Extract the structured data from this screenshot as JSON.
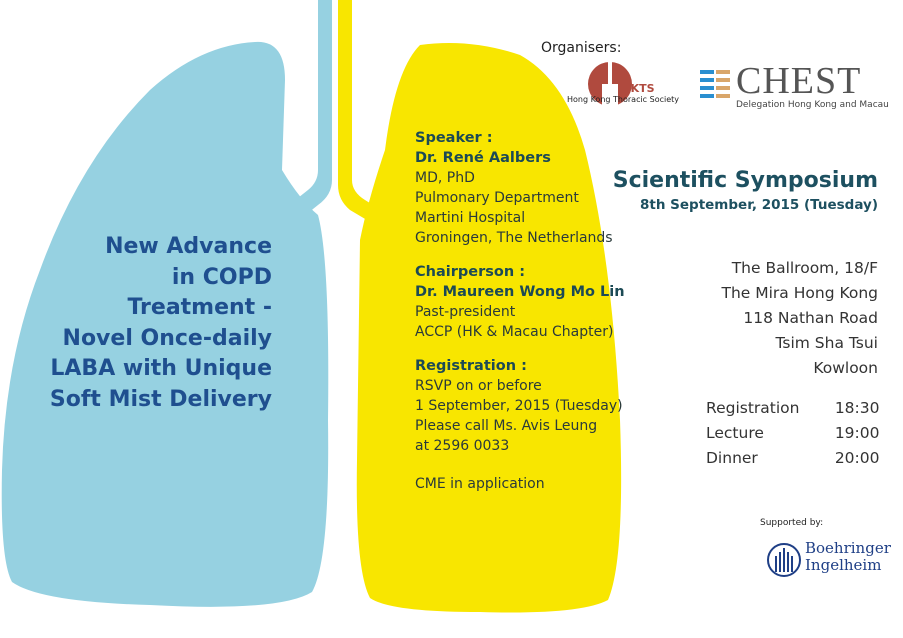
{
  "title_lines": [
    "New Advance",
    "in COPD",
    "Treatment -",
    "Novel Once-daily",
    "LABA with Unique",
    "Soft Mist Delivery"
  ],
  "speaker": {
    "heading": "Speaker :",
    "name": "Dr. René Aalbers",
    "lines": [
      "MD, PhD",
      "Pulmonary Department",
      "Martini Hospital",
      "Groningen, The Netherlands"
    ]
  },
  "chair": {
    "heading": "Chairperson :",
    "name": "Dr. Maureen Wong Mo Lin",
    "lines": [
      "Past-president",
      "ACCP (HK & Macau Chapter)"
    ]
  },
  "registration": {
    "heading": "Registration :",
    "lines": [
      "RSVP on or before",
      "1 September, 2015 (Tuesday)",
      "Please call Ms. Avis Leung",
      "at 2596 0033"
    ],
    "cme": "CME in application"
  },
  "organisers": {
    "label": "Organisers:",
    "hkts_mark": "HKTS",
    "hkts_name": "Hong Kong Thoracic Society",
    "chest_mark": "CHEST",
    "chest_sub": "Delegation Hong Kong and Macau"
  },
  "symposium": {
    "title": "Scientific Symposium",
    "date": "8th September, 2015 (Tuesday)"
  },
  "venue": [
    "The Ballroom, 18/F",
    "The Mira Hong Kong",
    "118 Nathan Road",
    "Tsim Sha Tsui",
    "Kowloon"
  ],
  "schedule": [
    {
      "item": "Registration",
      "time": "18:30"
    },
    {
      "item": "Lecture",
      "time": "19:00"
    },
    {
      "item": "Dinner",
      "time": "20:00"
    }
  ],
  "support": {
    "label": "Supported by:",
    "sponsor_line1": "Boehringer",
    "sponsor_line2": "Ingelheim"
  },
  "colors": {
    "blue_lung": "#96d1e1",
    "yellow_lung": "#f8e600",
    "title": "#1f4f8f"
  }
}
